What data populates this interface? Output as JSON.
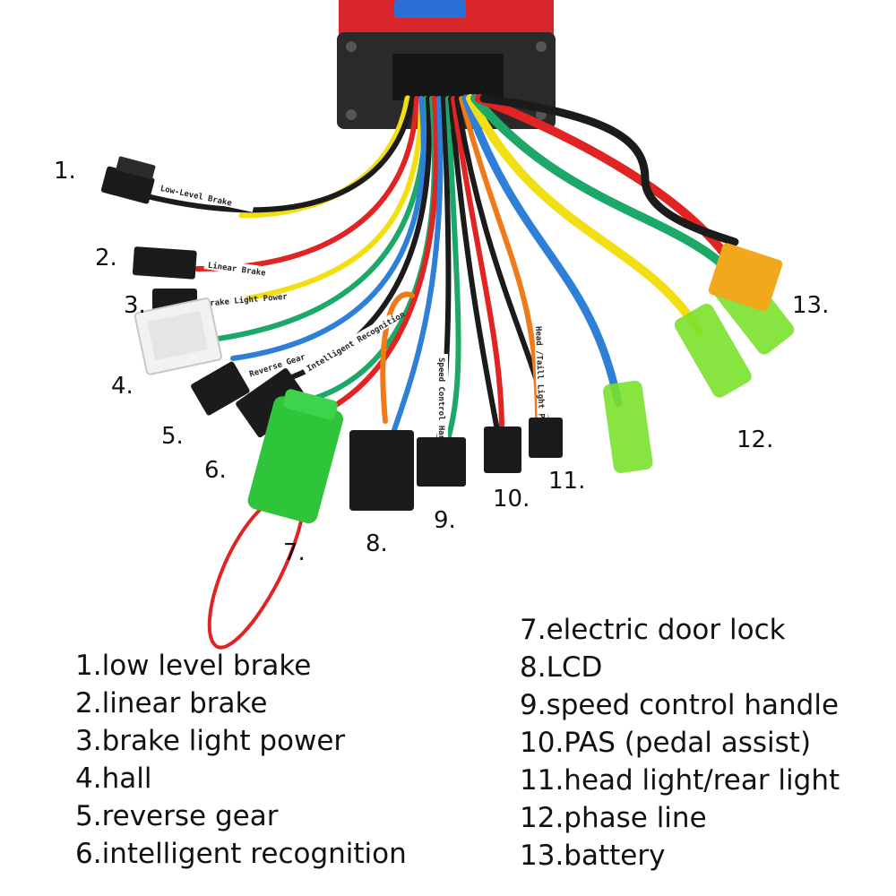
{
  "diagram": {
    "callouts": [
      "1.",
      "2.",
      "3.",
      "4.",
      "5.",
      "6.",
      "7.",
      "8.",
      "9.",
      "10.",
      "11.",
      "12.",
      "13."
    ],
    "wire_tags": {
      "low_level_brake": "Low-Level Brake",
      "linear_brake": "Linear Brake",
      "brake_light_power": "Brake Light Power",
      "reverse_gear": "Reverse Gear",
      "intelligent_recognition": "Intelligent Recognition",
      "speed_control_handle": "Speed Control Handle",
      "head_taill_light_power": "Head /Taill Light Power"
    }
  },
  "legend": {
    "left": [
      "1.low level brake",
      "2.linear brake",
      "3.brake light power",
      "4.hall",
      "5.reverse gear",
      "6.intelligent recognition"
    ],
    "right": [
      "7.electric door lock",
      "8.LCD",
      "9.speed control handle",
      "10.PAS (pedal assist)",
      "11.head light/rear light",
      "12.phase line",
      "13.battery"
    ]
  },
  "colors": {
    "controller_body": "#d9262b",
    "end_cap": "#2a2a2a",
    "connector_black": "#1b1b1b",
    "connector_white": "#f2f2f2",
    "connector_green": "#2fc53a",
    "phase_terminal": "#7be12b",
    "battery_plug": "#f2a81c",
    "wire_red": "#e02323",
    "wire_yellow": "#f2df13",
    "wire_green": "#1ca866",
    "wire_blue": "#2e7fd8",
    "wire_black": "#1b1b1b",
    "wire_orange": "#f07a1a"
  }
}
